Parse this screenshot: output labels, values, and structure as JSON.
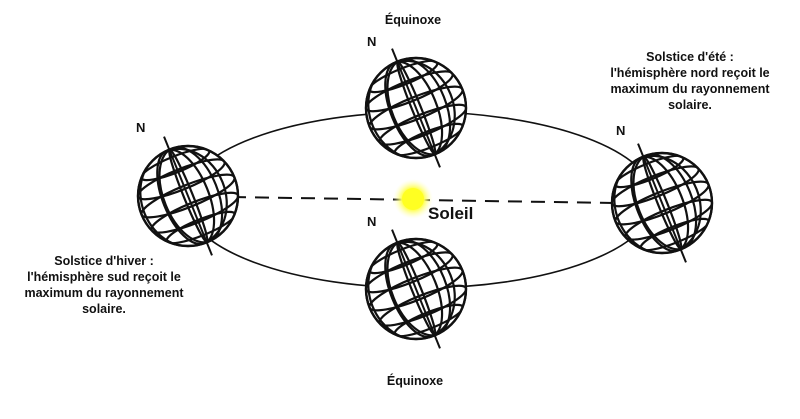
{
  "labels": {
    "equinox_top": "Équinoxe",
    "equinox_bottom": "Équinoxe",
    "sun": "Soleil",
    "north": "N"
  },
  "summer_solstice": {
    "line1": "Solstice d'été :",
    "line2": "l'hémisphère nord reçoit le",
    "line3": "maximum du rayonnement",
    "line4": "solaire."
  },
  "winter_solstice": {
    "line1": "Solstice d'hiver :",
    "line2": "l'hémisphère sud reçoit le",
    "line3": "maximum du rayonnement",
    "line4": "solaire."
  },
  "colors": {
    "sun": "#ffff33",
    "sun_glow": "#ffffaa",
    "line": "#111111"
  }
}
